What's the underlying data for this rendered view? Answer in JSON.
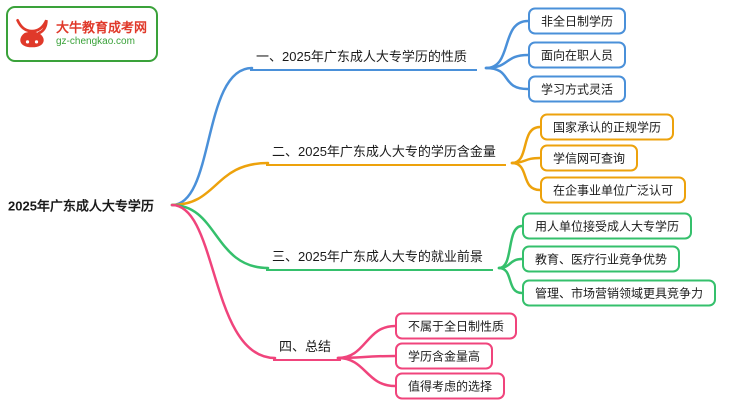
{
  "logo": {
    "title": "大牛教育成考网",
    "subtitle": "gz-chengkao.com",
    "icon": "bull-logo-icon"
  },
  "root": {
    "label": "2025年广东成人大专学历"
  },
  "branches": [
    {
      "label": "一、2025年广东成人大专学历的性质",
      "color": "#4a90d9",
      "children": [
        "非全日制学历",
        "面向在职人员",
        "学习方式灵活"
      ]
    },
    {
      "label": "二、2025年广东成人大专的学历含金量",
      "color": "#eda20c",
      "children": [
        "国家承认的正规学历",
        "学信网可查询",
        "在企事业单位广泛认可"
      ]
    },
    {
      "label": "三、2025年广东成人大专的就业前景",
      "color": "#35c06c",
      "children": [
        "用人单位接受成人大专学历",
        "教育、医疗行业竞争优势",
        "管理、市场营销领域更具竞争力"
      ]
    },
    {
      "label": "四、总结",
      "color": "#f0447c",
      "children": [
        "不属于全日制性质",
        "学历含金量高",
        "值得考虑的选择"
      ]
    }
  ],
  "colors": {
    "logo_border": "#3aa23a",
    "logo_title": "#e0392a",
    "logo_subtitle": "#3aa23a",
    "background": "#ffffff",
    "text": "#1a1a1a"
  }
}
